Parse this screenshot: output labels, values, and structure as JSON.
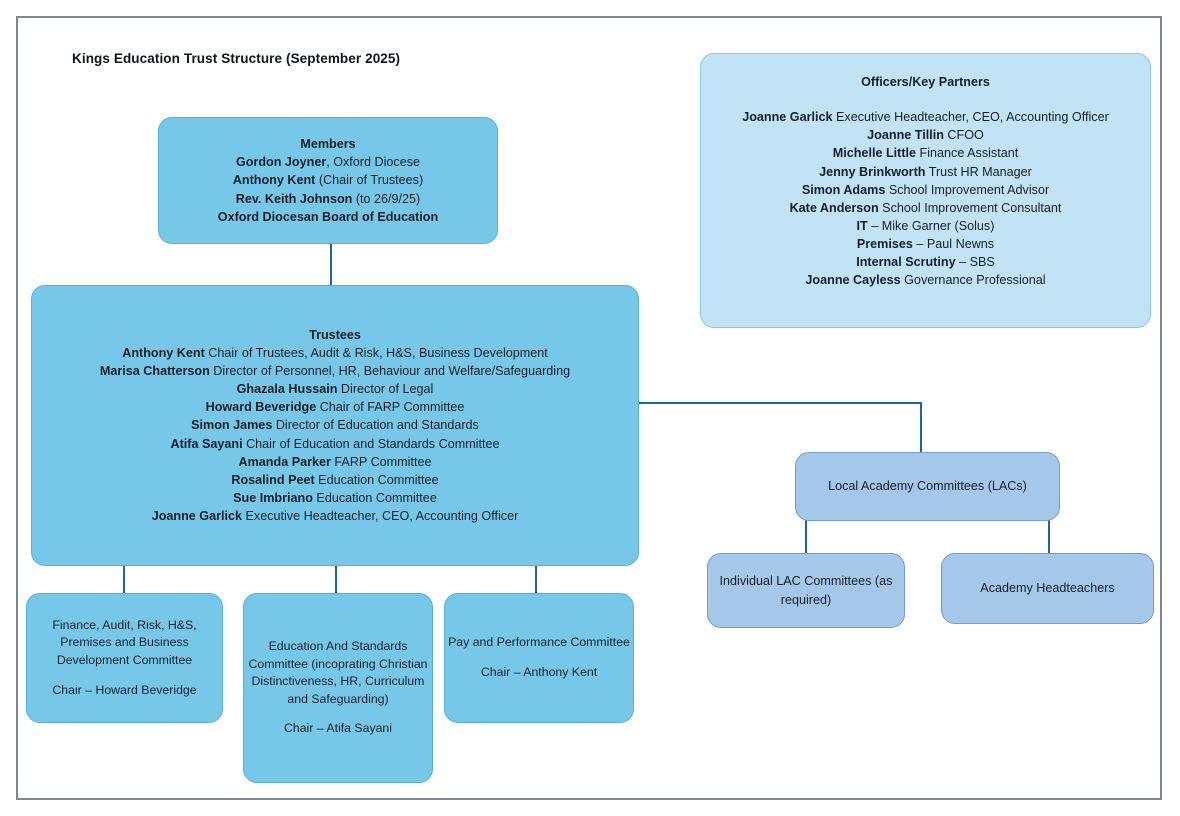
{
  "title": "Kings Education Trust Structure (September 2025)",
  "colors": {
    "frame_border": "#7e868c",
    "node_mid_fill": "#77c7e9",
    "node_mid_border": "#53b2df",
    "node_light_fill": "#c2e3f5",
    "node_light_border": "#86c8e8",
    "node_slate_fill": "#a5c7ea",
    "node_slate_border": "#6f9fd0",
    "connector": "#1f6a8c",
    "text": "#13202a",
    "background": "#ffffff"
  },
  "nodes": {
    "members": {
      "heading": "Members",
      "lines": [
        {
          "bold": "Gordon Joyner",
          "rest": ", Oxford Diocese"
        },
        {
          "bold": "Anthony Kent",
          "rest": " (Chair of Trustees)"
        },
        {
          "bold": "Rev. Keith Johnson",
          "rest": " (to 26/9/25)"
        },
        {
          "bold": "Oxford Diocesan Board of Education",
          "rest": ""
        }
      ]
    },
    "officers": {
      "heading": "Officers/Key Partners",
      "lines": [
        {
          "bold": "Joanne Garlick",
          "rest": " Executive Headteacher, CEO, Accounting Officer"
        },
        {
          "bold": "Joanne Tillin",
          "rest": " CFOO"
        },
        {
          "bold": "Michelle Little",
          "rest": " Finance Assistant"
        },
        {
          "bold": "Jenny Brinkworth",
          "rest": " Trust HR Manager"
        },
        {
          "bold": "Simon Adams",
          "rest": " School Improvement Advisor"
        },
        {
          "bold": "Kate Anderson",
          "rest": " School Improvement Consultant"
        },
        {
          "bold": "IT",
          "rest": " – Mike Garner (Solus)"
        },
        {
          "bold": "Premises",
          "rest": " – Paul Newns"
        },
        {
          "bold": "Internal Scrutiny",
          "rest": " – SBS"
        },
        {
          "bold": "Joanne Cayless",
          "rest": " Governance Professional"
        }
      ]
    },
    "trustees": {
      "heading": "Trustees",
      "lines": [
        {
          "bold": "Anthony Kent",
          "rest": " Chair of Trustees, Audit & Risk, H&S, Business Development"
        },
        {
          "bold": "Marisa Chatterson",
          "rest": " Director of Personnel, HR, Behaviour and Welfare/Safeguarding"
        },
        {
          "bold": "Ghazala Hussain",
          "rest": " Director of Legal"
        },
        {
          "bold": "Howard Beveridge",
          "rest": " Chair of FARP Committee"
        },
        {
          "bold": "Simon James",
          "rest": " Director of Education and Standards"
        },
        {
          "bold": "Atifa Sayani",
          "rest": " Chair of Education and Standards Committee"
        },
        {
          "bold": "Amanda Parker",
          "rest": " FARP Committee"
        },
        {
          "bold": "Rosalind Peet",
          "rest": " Education Committee"
        },
        {
          "bold": "Sue Imbriano",
          "rest": " Education Committee"
        },
        {
          "bold": "Joanne Garlick",
          "rest": " Executive Headteacher, CEO, Accounting Officer"
        }
      ]
    },
    "finance_committee": {
      "name": "Finance, Audit, Risk, H&S, Premises and Business Development Committee",
      "chair": "Chair – Howard Beveridge"
    },
    "education_committee": {
      "name": "Education And Standards Committee (incoprating Christian Distinctiveness, HR, Curriculum and Safeguarding)",
      "chair": "Chair – Atifa Sayani"
    },
    "pay_committee": {
      "name": "Pay and Performance Committee",
      "chair": "Chair – Anthony Kent"
    },
    "lacs": {
      "label": "Local Academy Committees (LACs)"
    },
    "individual_lac": {
      "label": "Individual LAC Committees (as required)"
    },
    "academy_headteachers": {
      "label": "Academy Headteachers"
    }
  }
}
